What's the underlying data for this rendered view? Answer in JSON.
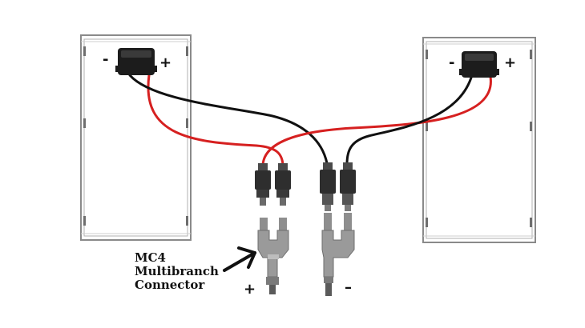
{
  "caption": {
    "line1": "MC4",
    "line2": "Multibranch",
    "line3": "Connector"
  },
  "terminals": {
    "left_panel_minus": "-",
    "left_panel_plus": "+",
    "right_panel_minus": "-",
    "right_panel_plus": "+",
    "output_plus": "+",
    "output_minus": "–"
  },
  "colors": {
    "positive_wire": "#d62020",
    "negative_wire": "#111111",
    "panel_frame": "#8a8a8a",
    "connector_body": "#2e2e2e",
    "branch_connector": "#9a9a9a"
  },
  "icons": {
    "pointer": "arrow-icon"
  }
}
